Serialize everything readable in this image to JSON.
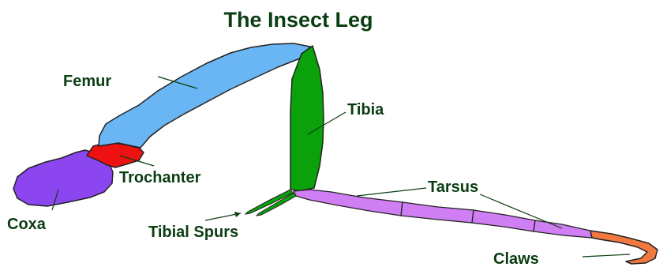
{
  "diagram": {
    "title": "The Insect Leg",
    "labels": {
      "femur": "Femur",
      "tibia": "Tibia",
      "trochanter": "Trochanter",
      "tarsus": "Tarsus",
      "coxa": "Coxa",
      "tibial_spurs": "Tibial Spurs",
      "claws": "Claws"
    },
    "colors": {
      "label_text": "#0b3d12",
      "femur": "#6ab6f5",
      "tibia": "#0aa10a",
      "trochanter": "#ee1111",
      "coxa": "#8b46f0",
      "tarsus": "#d07ef4",
      "claws": "#f2783f",
      "tibial_spurs": "#0aa10a"
    }
  }
}
